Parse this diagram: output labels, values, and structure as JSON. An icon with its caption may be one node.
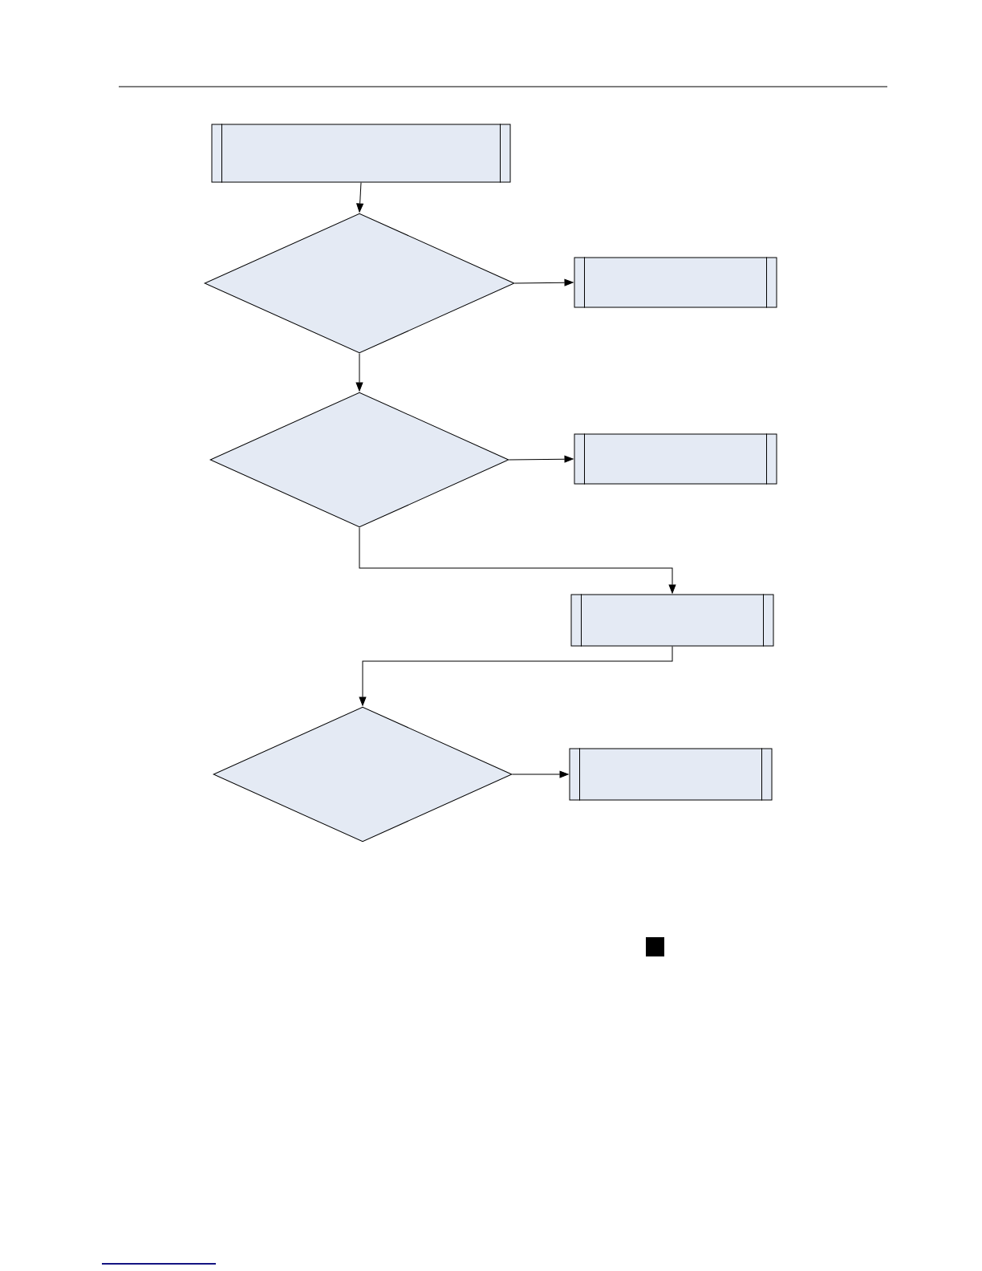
{
  "diagram": {
    "nodes": [
      {
        "text": [],
        "shape": "box"
      },
      {
        "text": [],
        "shape": "diamond"
      },
      {
        "text": [],
        "shape": "box"
      },
      {
        "text": [],
        "shape": "diamond"
      },
      {
        "text": [],
        "shape": "box"
      },
      {
        "text": [],
        "shape": "box"
      },
      {
        "text": [],
        "shape": "diamond"
      },
      {
        "text": [],
        "shape": "box"
      }
    ],
    "edges": [
      {
        "from": 0,
        "to": 1,
        "arrow": "to"
      },
      {
        "from": 1,
        "to": 2,
        "arrow": "to"
      },
      {
        "from": 1,
        "to": 3,
        "arrow": "to"
      },
      {
        "from": 3,
        "to": 4,
        "arrow": "to"
      },
      {
        "from": 3,
        "to": 5,
        "arrow": "to"
      },
      {
        "from": 5,
        "to": 6,
        "arrow": "to"
      },
      {
        "from": 6,
        "to": 7,
        "arrow": "to"
      }
    ]
  }
}
